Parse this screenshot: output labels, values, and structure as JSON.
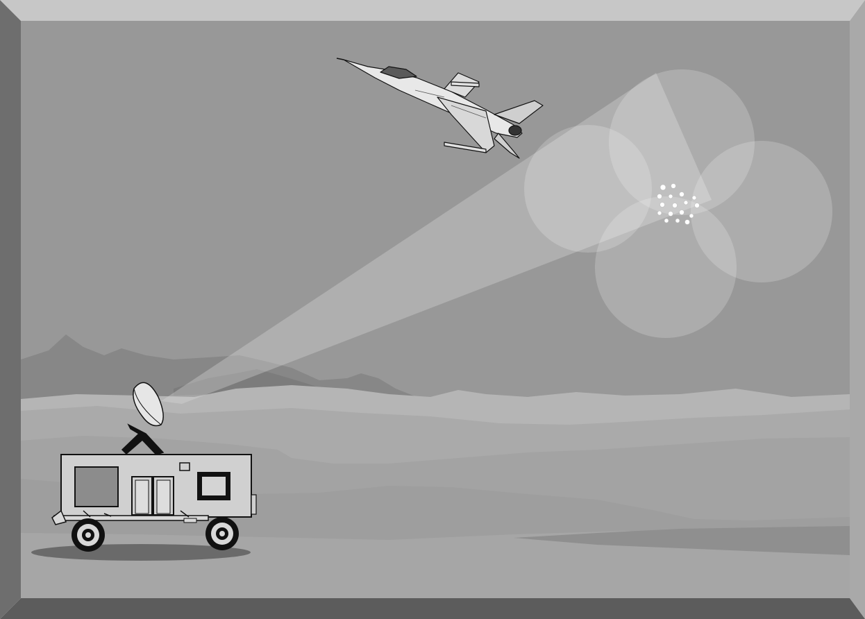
{
  "scene": {
    "description_items": [
      "mountains",
      "desert-dunes",
      "radar-trailer",
      "fighter-jet",
      "chaff-cloud"
    ],
    "colors": {
      "frame_top": "#c7c7c7",
      "frame_left": "#6e6e6e",
      "frame_right": "#a9a9a9",
      "frame_bottom": "#5c5c5c",
      "sky": "#989898",
      "mountain_far": "#8a8a8a",
      "mountain_near": "#7e7e7e",
      "dune_light": "#b9b9b9",
      "dune_mid": "#a9a9a9",
      "dune_dark": "#9c9c9c",
      "beam": "#d9d9d9",
      "circle": "#ffffff",
      "vehicle_body": "#d0d0d0",
      "vehicle_window": "#8c8c8c",
      "outline": "#111111"
    }
  }
}
